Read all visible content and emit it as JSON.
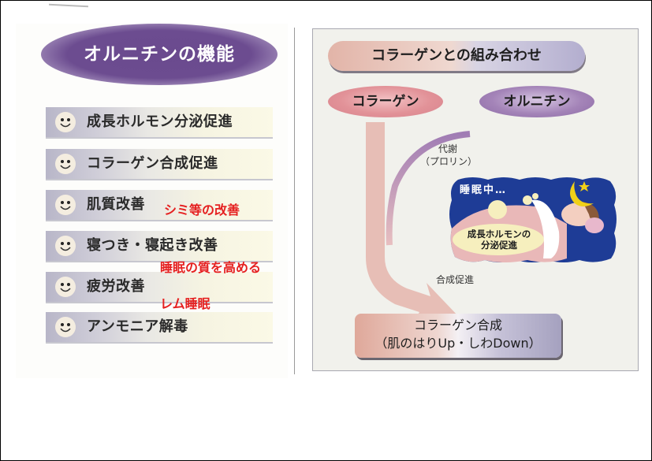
{
  "left_panel": {
    "title": "オルニチンの機能",
    "items": [
      {
        "label": "成長ホルモン分泌促進",
        "icon": "smiley-icon"
      },
      {
        "label": "コラーゲン合成促進",
        "icon": "smiley-icon"
      },
      {
        "label": "肌質改善",
        "icon": "smiley-icon"
      },
      {
        "label": "寝つき・寝起き改善",
        "icon": "smiley-icon"
      },
      {
        "label": "疲労改善",
        "icon": "smiley-icon"
      },
      {
        "label": "アンモニア解毒",
        "icon": "smiley-icon"
      }
    ],
    "notes": [
      {
        "text": "シミ等の改善",
        "color": "#e52020"
      },
      {
        "text": "睡眠の質を高める",
        "color": "#e52020"
      },
      {
        "text": "レム睡眠",
        "color": "#e52020"
      }
    ]
  },
  "right_panel": {
    "title": "コラーゲンとの組み合わせ",
    "left_source": "コラーゲン",
    "right_source": "オルニチン",
    "metabolism_label": "代謝",
    "metabolism_sub": "（プロリン）",
    "sleep_label": "睡眠中…",
    "hormone_line1": "成長ホルモンの",
    "hormone_line2": "分泌促進",
    "synthesis_label": "合成促進",
    "result_line1": "コラーゲン合成",
    "result_line2": "（肌のはりUp・しわDown）"
  },
  "colors": {
    "title_purple": "#6c4c90",
    "collagen_pink": "#e29298",
    "ornithine_purple": "#a484b8",
    "night_blue": "#1e3c96",
    "note_red": "#e52020"
  }
}
